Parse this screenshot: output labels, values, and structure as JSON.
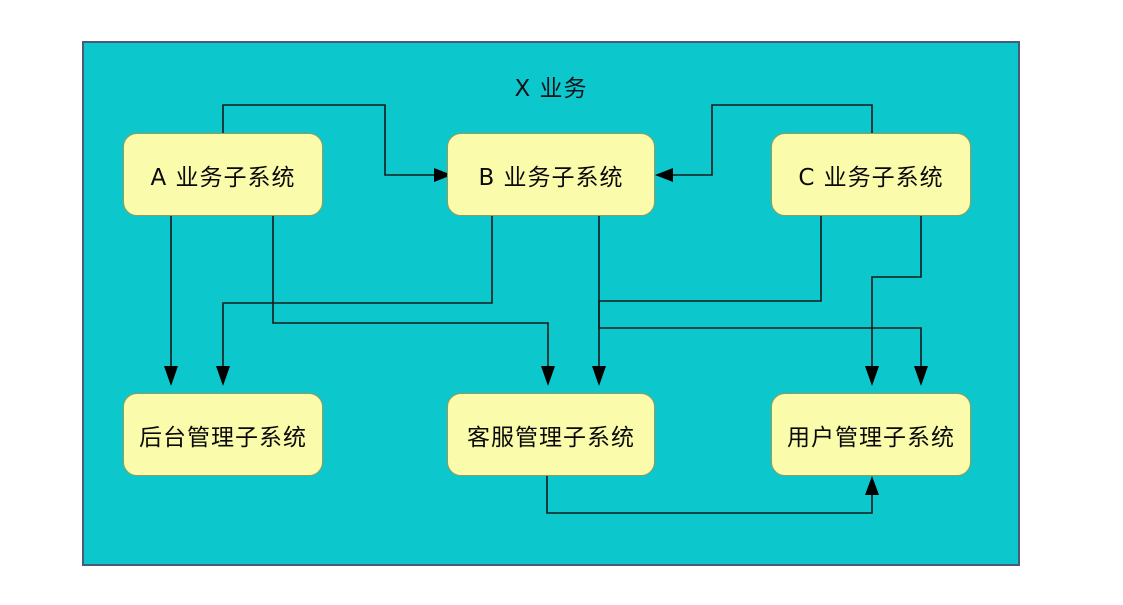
{
  "diagram": {
    "type": "system-architecture-block-diagram",
    "container": {
      "title": "X 业务",
      "fill_color": "#0cc8cd",
      "border_color": "#4a5a7a"
    },
    "node_style": {
      "fill_color": "#fbfbac",
      "border_color": "#9a9a52",
      "text_color": "#0a0a0a"
    },
    "edge_color": "#1a1a1a",
    "nodes": [
      {
        "id": "a",
        "label": "A 业务子系统",
        "row": "top",
        "col": 1
      },
      {
        "id": "b",
        "label": "B 业务子系统",
        "row": "top",
        "col": 2
      },
      {
        "id": "c",
        "label": "C 业务子系统",
        "row": "top",
        "col": 3
      },
      {
        "id": "admin",
        "label": "后台管理子系统",
        "row": "bottom",
        "col": 1
      },
      {
        "id": "support",
        "label": "客服管理子系统",
        "row": "bottom",
        "col": 2
      },
      {
        "id": "user",
        "label": "用户管理子系统",
        "row": "bottom",
        "col": 3
      }
    ],
    "edges": [
      {
        "from": "a",
        "to": "b",
        "arrow": "end"
      },
      {
        "from": "c",
        "to": "b",
        "arrow": "end"
      },
      {
        "from": "a",
        "to": "admin",
        "arrow": "end"
      },
      {
        "from": "a",
        "to": "support",
        "arrow": "end"
      },
      {
        "from": "b",
        "to": "admin",
        "arrow": "end"
      },
      {
        "from": "b",
        "to": "user",
        "arrow": "end"
      },
      {
        "from": "c",
        "to": "support",
        "arrow": "end"
      },
      {
        "from": "c",
        "to": "user",
        "arrow": "end"
      },
      {
        "from": "support",
        "to": "user",
        "arrow": "end"
      }
    ]
  }
}
